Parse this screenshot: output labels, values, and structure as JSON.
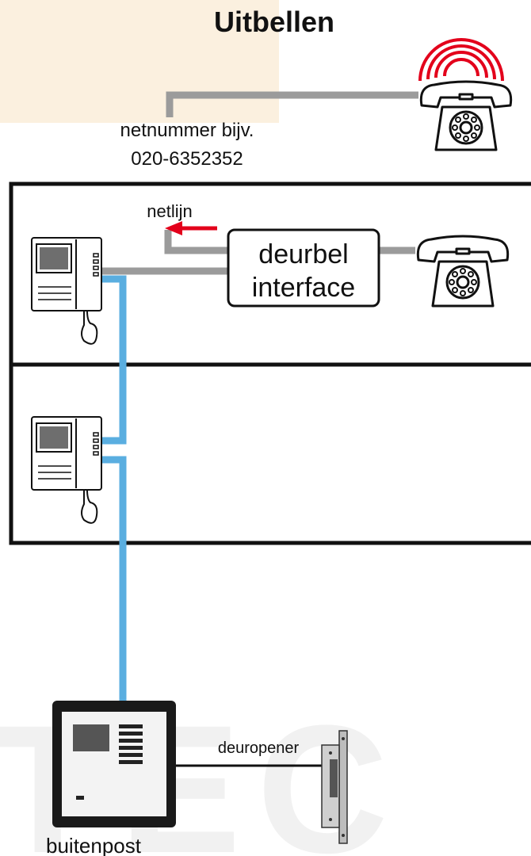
{
  "title": "Uitbellen",
  "outside_line": {
    "number_label": "netnummer bijv.",
    "number_example": "020-6352352"
  },
  "interface": {
    "netline_label": "netlijn",
    "box_line1": "deurbel",
    "box_line2": "interface"
  },
  "door_opener_label": "deuropener",
  "outdoor_station_label": "buitenpost",
  "watermark_text": "TEC",
  "colors": {
    "highlight_block": "#fbf0df",
    "phone_line": "#9b9b9b",
    "bus_line": "#5aaee0",
    "arrow": "#e3001b",
    "ring_waves": "#e3001b",
    "frame": "#111111"
  }
}
